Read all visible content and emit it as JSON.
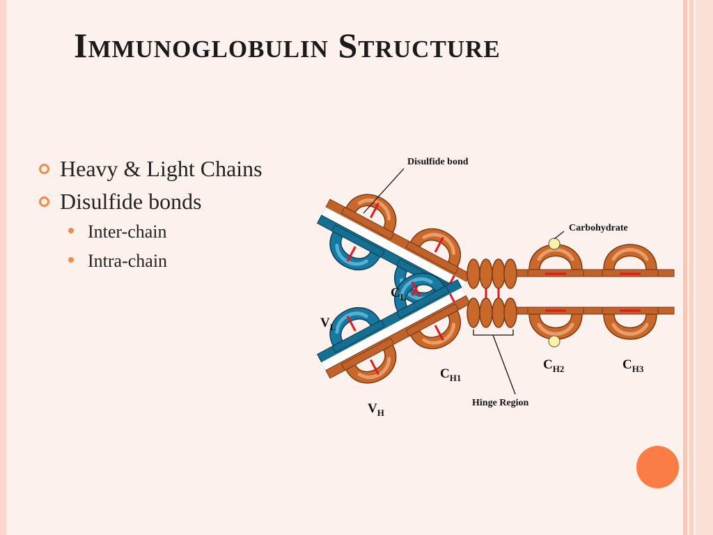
{
  "slide": {
    "title": "Immunoglobulin Structure",
    "bullets": [
      {
        "text": "Heavy & Light Chains",
        "subitems": []
      },
      {
        "text": "Disulfide bonds",
        "subitems": [
          "Inter-chain",
          "Intra-chain"
        ]
      }
    ]
  },
  "diagram": {
    "labels": {
      "disulfide_bond": "Disulfide bond",
      "carbohydrate": "Carbohydrate",
      "hinge_region": "Hinge Region",
      "cl": {
        "main": "C",
        "sub": "L"
      },
      "vl": {
        "main": "V",
        "sub": "L"
      },
      "ch1": {
        "main": "C",
        "sub": "H1"
      },
      "vh": {
        "main": "V",
        "sub": "H"
      },
      "ch2": {
        "main": "C",
        "sub": "H2"
      },
      "ch3": {
        "main": "C",
        "sub": "H3"
      }
    }
  },
  "colors": {
    "heavy_chain": "#c8682a",
    "light_chain": "#17799f",
    "disulfide": "#e3181f",
    "carbohydrate": "#fbf3a3",
    "bullet_accent": "#f28a4a",
    "corner_circle": "#fb7d45"
  }
}
